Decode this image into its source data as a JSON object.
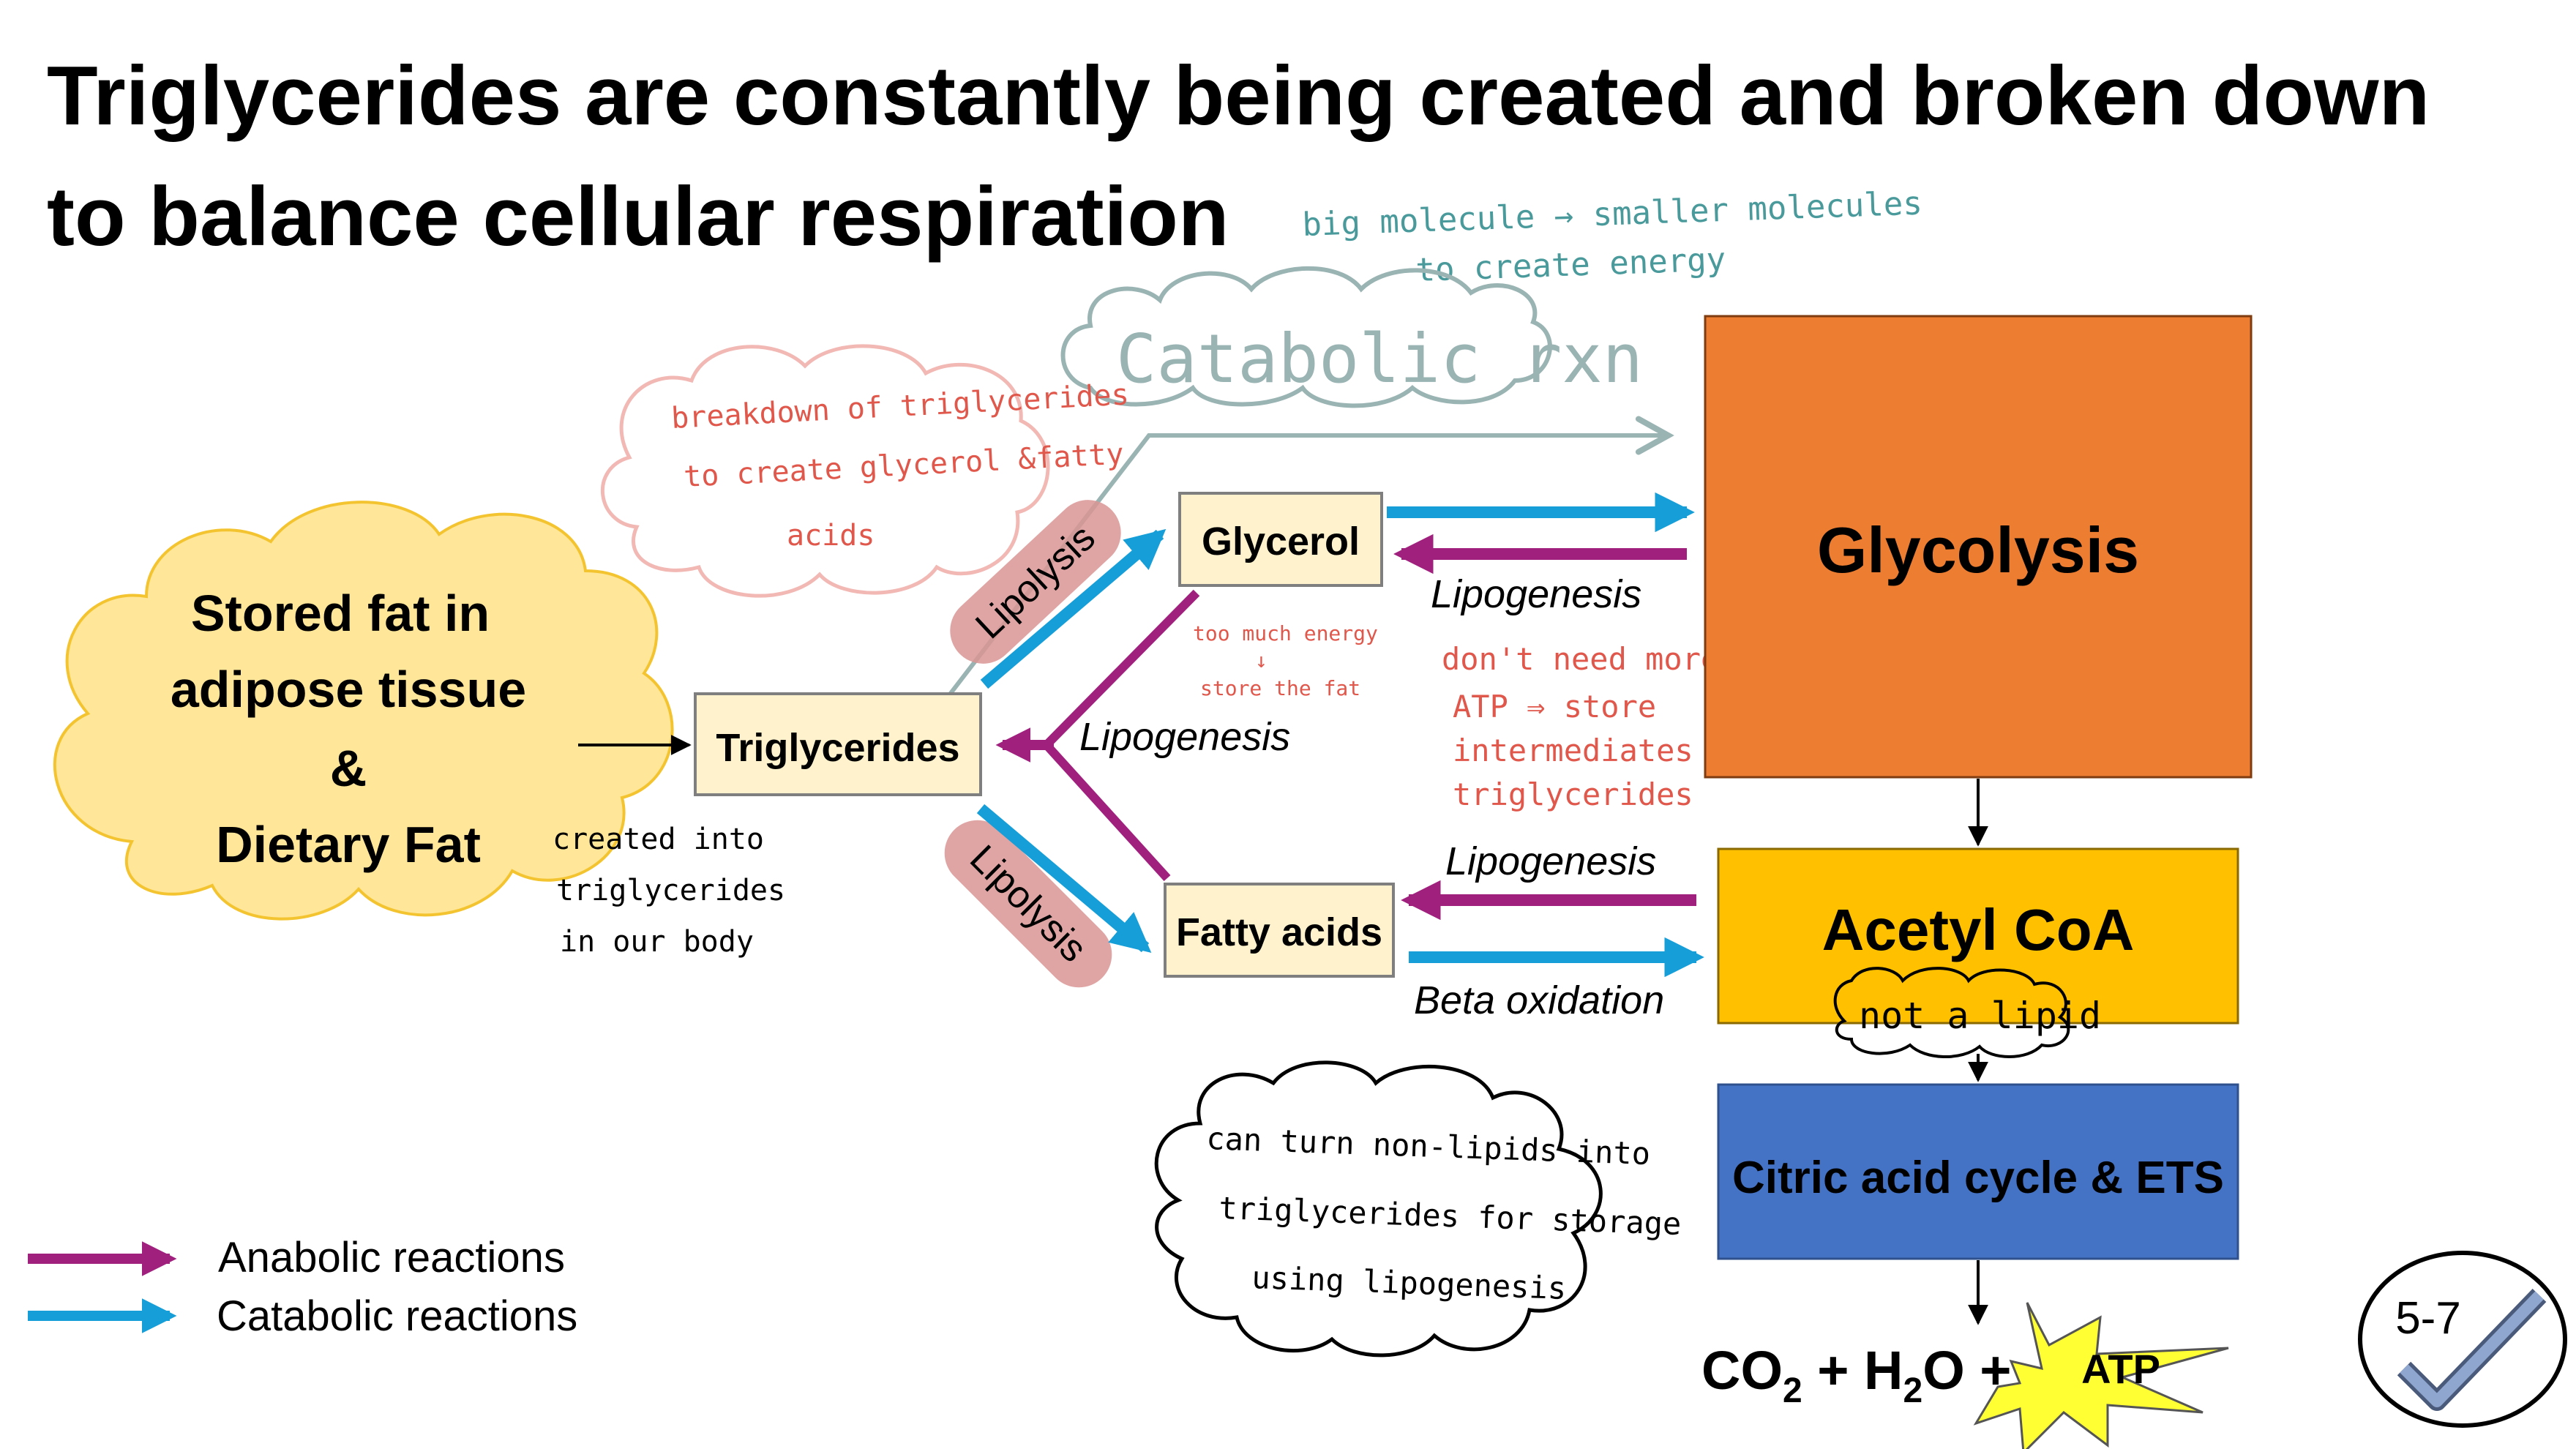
{
  "title": {
    "line1": "Triglycerides are constantly being created and broken down",
    "line2": "to balance cellular respiration"
  },
  "nodes": {
    "stored_fat": {
      "line1": "Stored fat in",
      "line2": "adipose tissue",
      "line3": "&",
      "line4": "Dietary Fat"
    },
    "triglycerides": "Triglycerides",
    "glycerol": "Glycerol",
    "fatty_acids": "Fatty acids",
    "glycolysis": "Glycolysis",
    "acetyl_coa": "Acetyl CoA",
    "citric_acid": "Citric acid cycle & ETS",
    "products": {
      "co2": "CO",
      "sub2": "2",
      "h2o_pre": " + H",
      "h2o_post": "O +",
      "atp": "ATP"
    }
  },
  "labels": {
    "lipolysis_top": "Lipolysis",
    "lipolysis_bottom": "Lipolysis",
    "lipogenesis_glycerol": "Lipogenesis",
    "lipogenesis_center": "Lipogenesis",
    "lipogenesis_fatty": "Lipogenesis",
    "beta_oxidation": "Beta oxidation"
  },
  "annotations": {
    "big_molecule": {
      "line1": "big molecule → smaller molecules",
      "line2": "to create energy"
    },
    "catabolic_rxn": "Catabolic rxn",
    "breakdown": {
      "line1": "breakdown of triglycerides",
      "line2": "to create glycerol &fatty",
      "line3": "acids"
    },
    "too_much": {
      "line1": "too much energy",
      "line2": "↓",
      "line3": "store the fat"
    },
    "dont_need": {
      "line1": "don't need more",
      "line2": "ATP ⇒ store",
      "line3": "intermediates into",
      "line4": "triglycerides"
    },
    "created_into": {
      "line1": "created into",
      "line2": "triglycerides",
      "line3": "in our body"
    },
    "not_lipid": "not a lipid",
    "can_turn": {
      "line1": "can turn non-lipids into",
      "line2": "triglycerides for storage",
      "line3": "using lipogenesis"
    }
  },
  "legend": {
    "anabolic": "Anabolic reactions",
    "catabolic": "Catabolic reactions"
  },
  "badge": "5-7",
  "colors": {
    "anabolic": "#a0207e",
    "catabolic": "#169ed8",
    "glycolysis": "#ed7d31",
    "acetyl": "#ffc000",
    "citric": "#4472c4",
    "node_fill": "#fff2cc",
    "handwriting_red": "#e0574b",
    "handwriting_teal": "#4a9a9c"
  }
}
